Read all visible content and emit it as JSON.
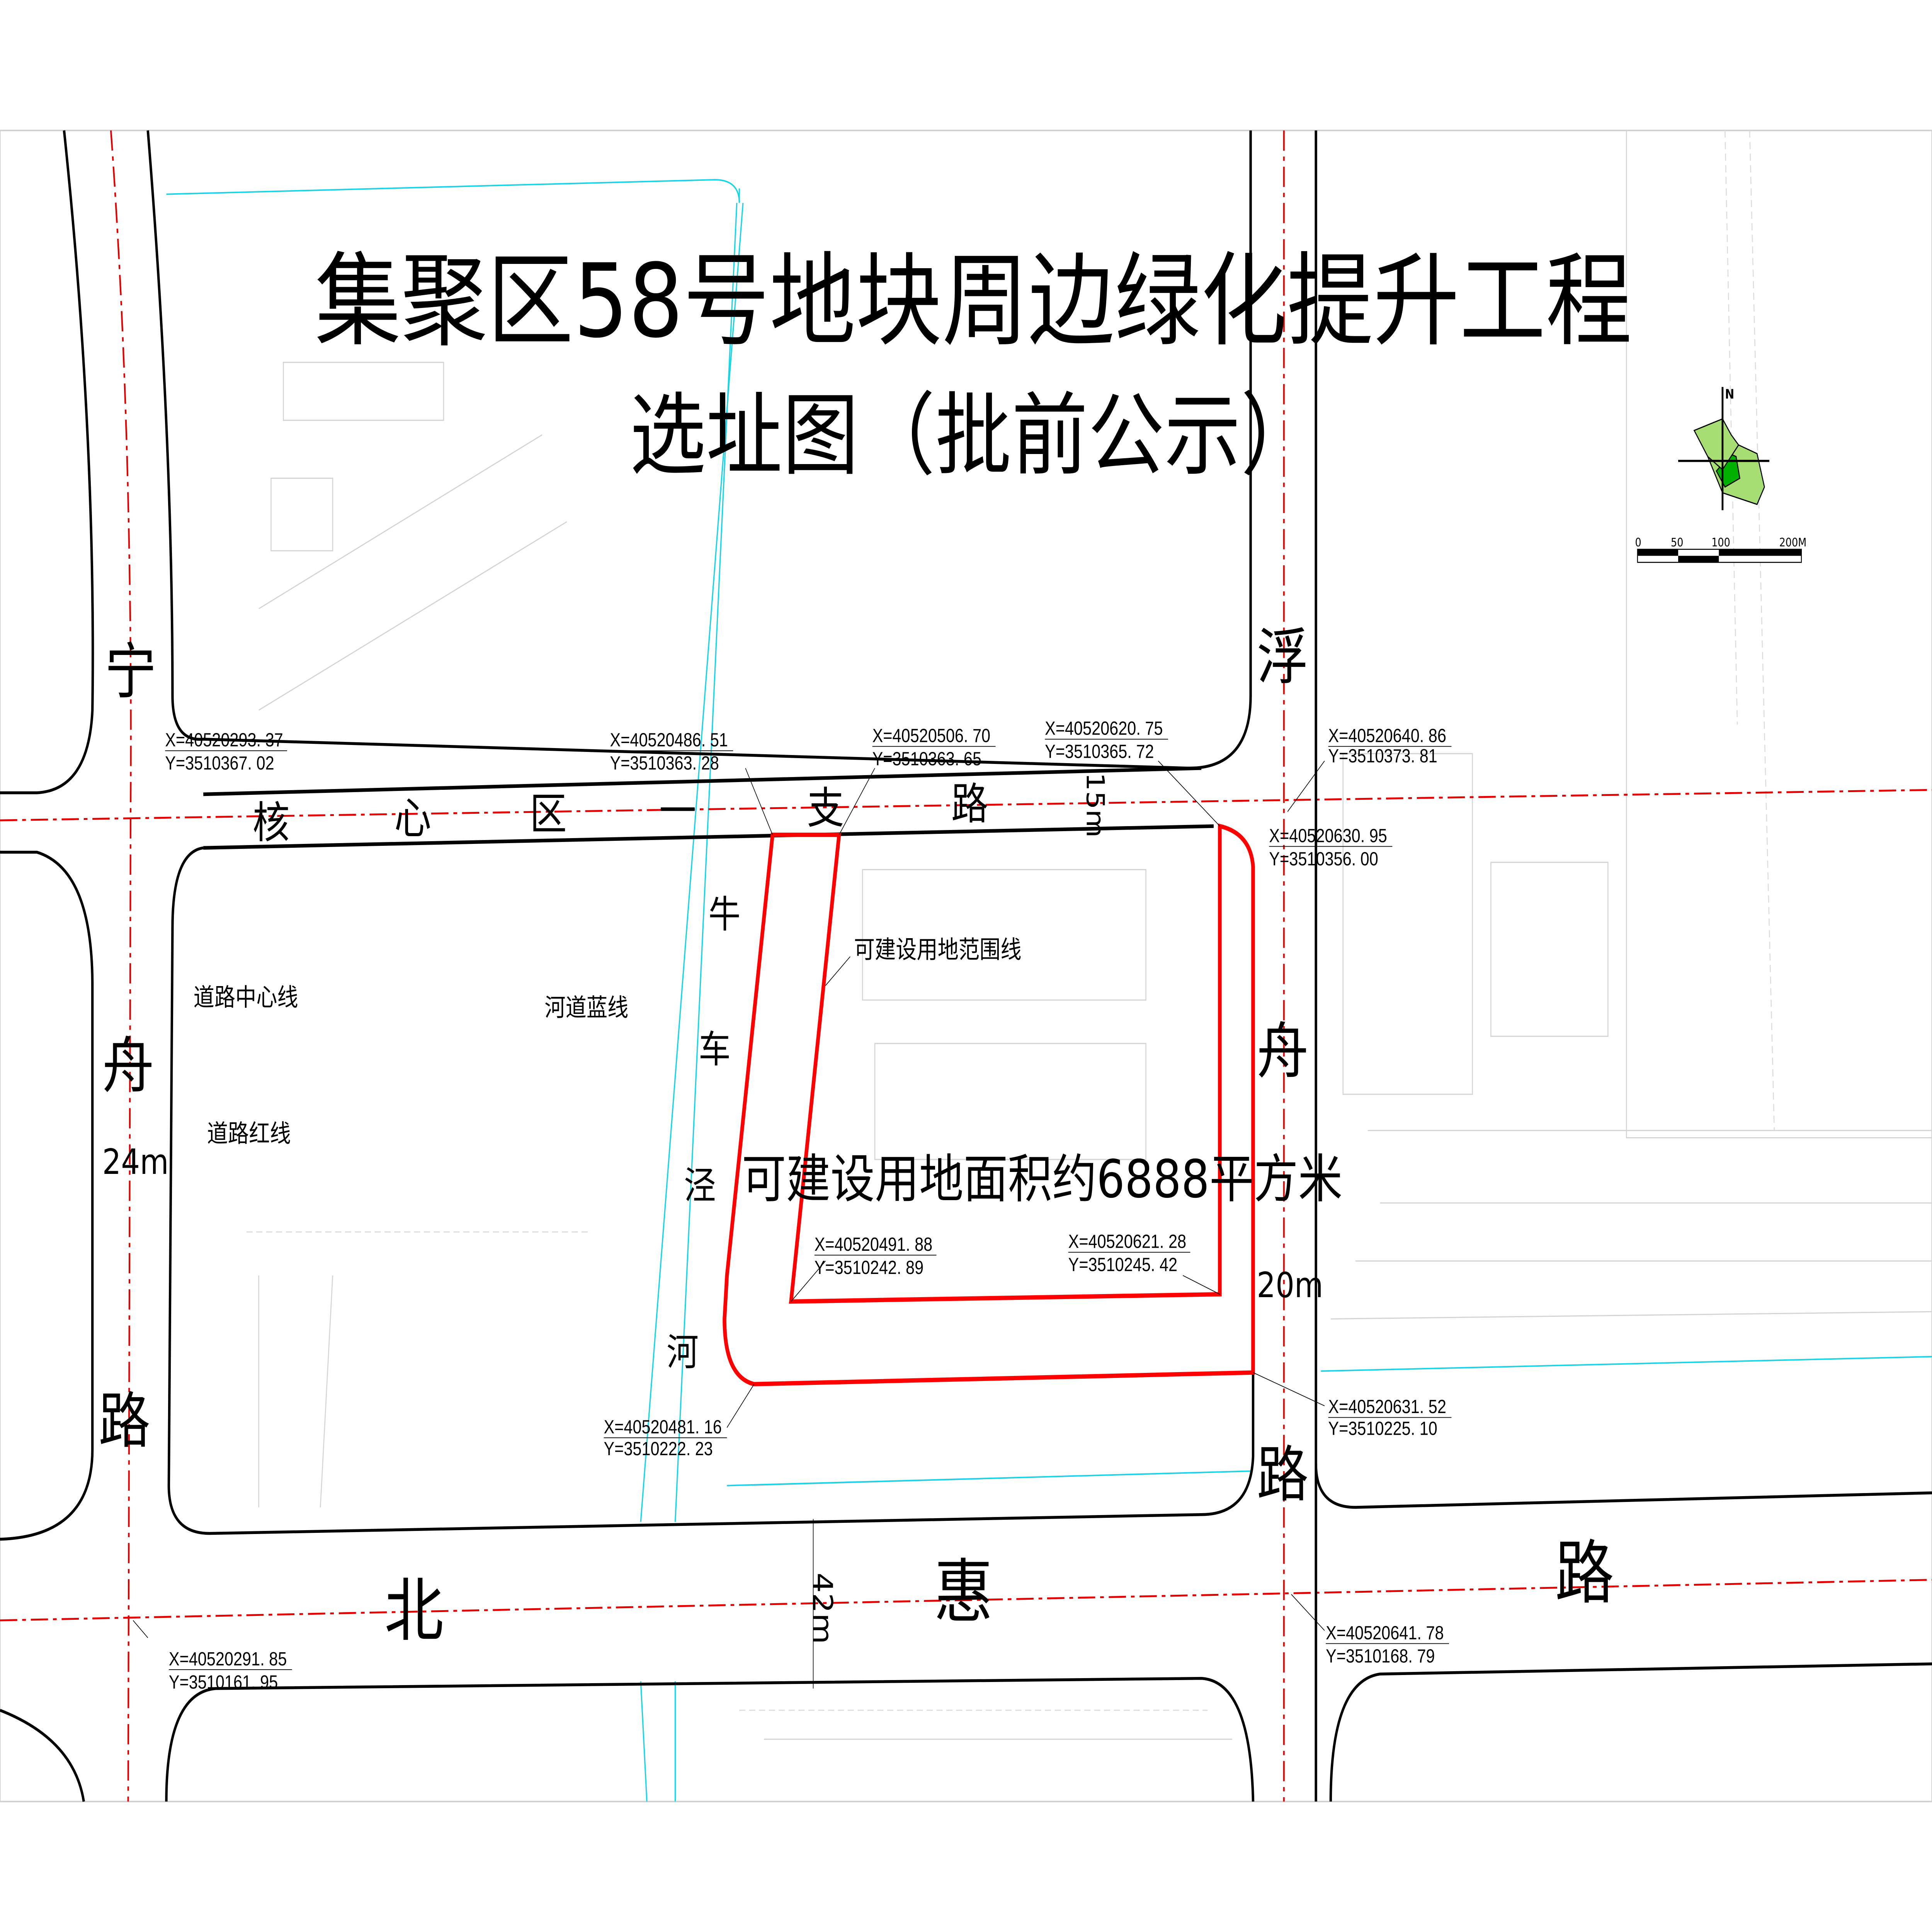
{
  "title": "集聚区58号地块周边绿化提升工程",
  "subtitle": "选址图（批前公示）",
  "roads": {
    "west": [
      "宁",
      "舟",
      "路"
    ],
    "west_width": "24m",
    "north": [
      "核",
      "心",
      "区",
      "一",
      "支",
      "路"
    ],
    "north_width": "15m",
    "east": [
      "浮",
      "舟",
      "路"
    ],
    "east_width": "20m",
    "south": [
      "北",
      "惠",
      "路"
    ],
    "south_width": "42m"
  },
  "river": [
    "牛",
    "车",
    "泾",
    "河"
  ],
  "legend_labels": {
    "road_center_line": "道路中心线",
    "road_red_line": "道路红线",
    "river_blue_line": "河道蓝线",
    "buildable_boundary": "可建设用地范围线"
  },
  "area_label": "可建设用地面积约6888平方米",
  "coordinates": [
    {
      "x": "X=40520293. 37",
      "y": "Y=3510367. 02"
    },
    {
      "x": "X=40520486. 51",
      "y": "Y=3510363. 28"
    },
    {
      "x": "X=40520506. 70",
      "y": "Y=3510363. 65"
    },
    {
      "x": "X=40520620. 75",
      "y": "Y=3510365. 72"
    },
    {
      "x": "X=40520640. 86",
      "y": "Y=3510373. 81"
    },
    {
      "x": "X=40520630. 95",
      "y": "Y=3510356. 00"
    },
    {
      "x": "X=40520491. 88",
      "y": "Y=3510242. 89"
    },
    {
      "x": "X=40520621. 28",
      "y": "Y=3510245. 42"
    },
    {
      "x": "X=40520631. 52",
      "y": "Y=3510225. 10"
    },
    {
      "x": "X=40520481. 16",
      "y": "Y=3510222. 23"
    },
    {
      "x": "X=40520291. 85",
      "y": "Y=3510161. 95"
    },
    {
      "x": "X=40520641. 78",
      "y": "Y=3510168. 79"
    }
  ],
  "north_arrow": {
    "label": "N"
  },
  "scale_bar": {
    "ticks": [
      "0",
      "50",
      "100",
      "200M"
    ]
  },
  "colors": {
    "boundary": "#ff0000",
    "river": "#19d3e6",
    "center_line": "#e00000",
    "compass_light": "#a6de73",
    "compass_dark": "#00b000"
  }
}
